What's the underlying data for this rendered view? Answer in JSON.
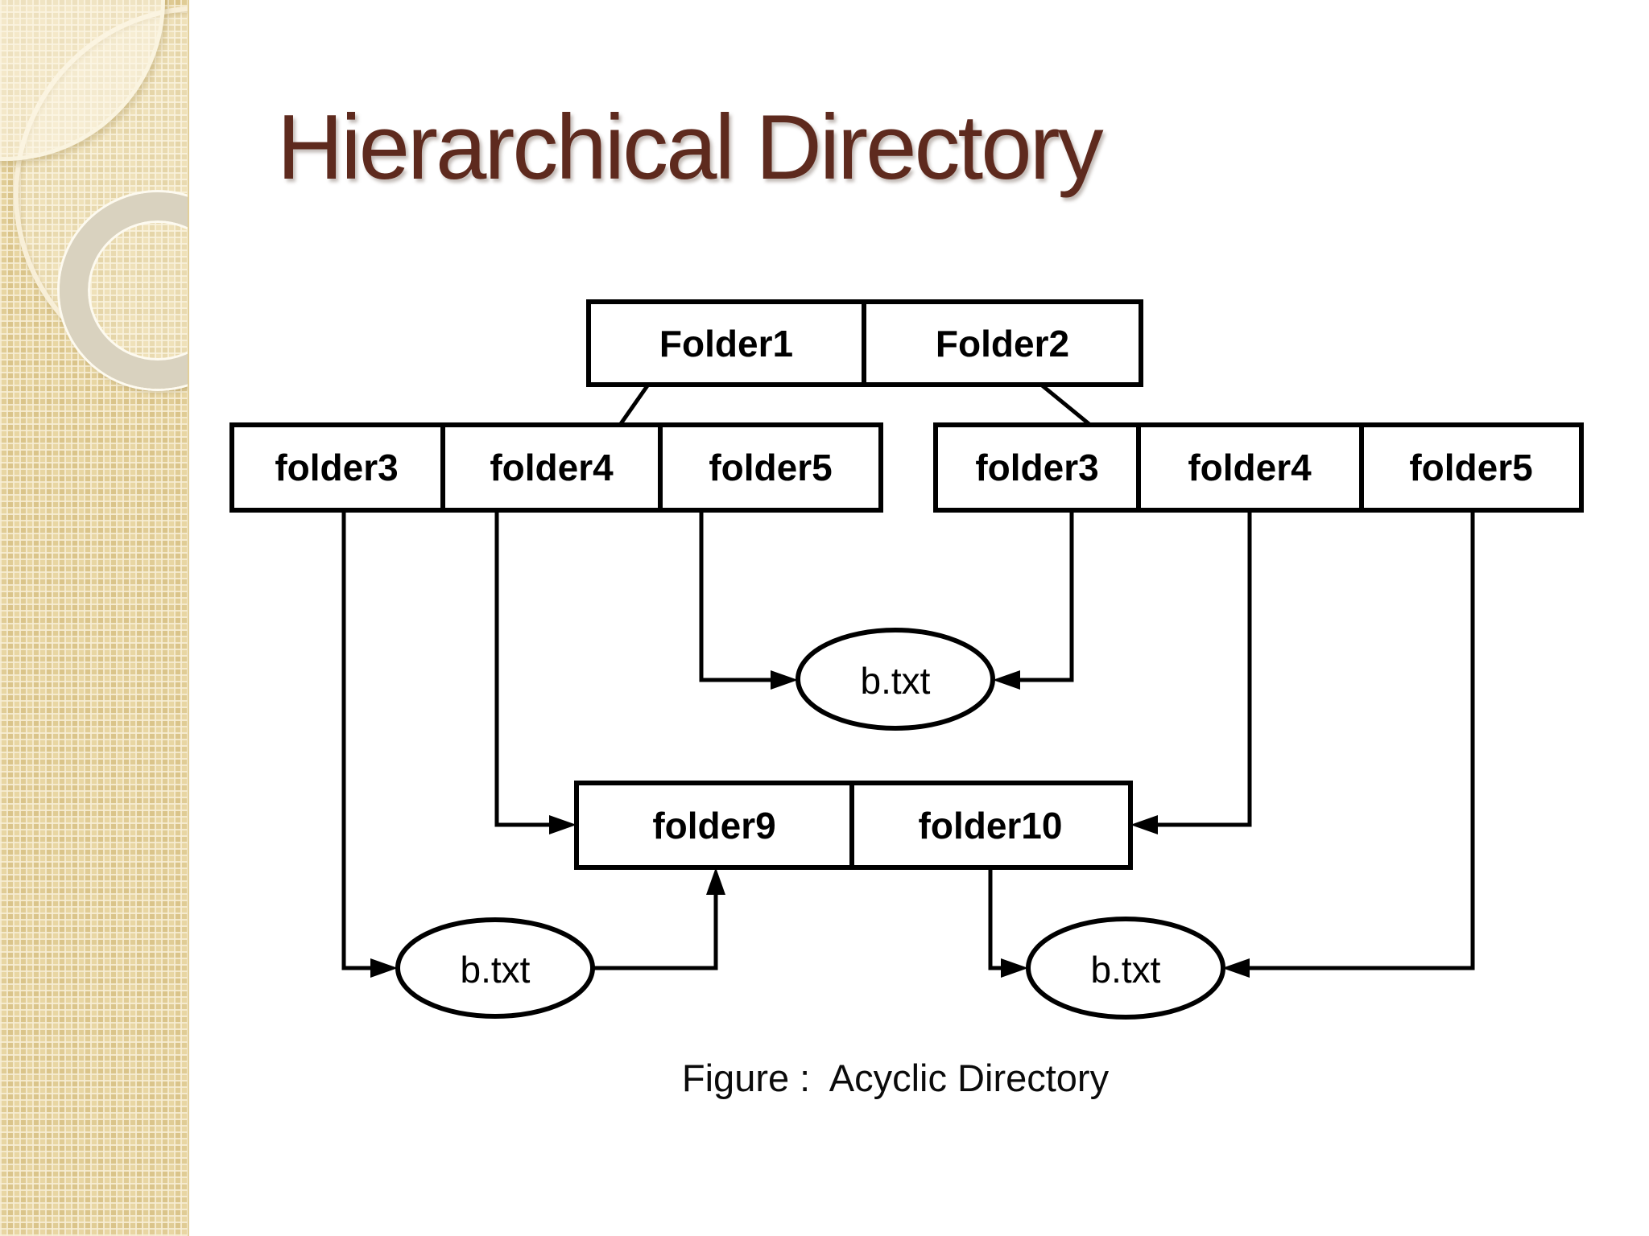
{
  "slide": {
    "title": "Hierarchical Directory",
    "caption": "Figure :  Acyclic Directory"
  },
  "diagram": {
    "top_box": {
      "cells": [
        "Folder1",
        "Folder2"
      ]
    },
    "left_children": {
      "cells": [
        "folder3",
        "folder4",
        "folder5"
      ]
    },
    "right_children": {
      "cells": [
        "folder3",
        "folder4",
        "folder5"
      ]
    },
    "shared_box": {
      "cells": [
        "folder9",
        "folder10"
      ]
    },
    "files": {
      "middle": "b.txt",
      "bottom_left": "b.txt",
      "bottom_right": "b.txt"
    }
  },
  "colors": {
    "title_text": "#5e2a1e",
    "diagram_stroke": "#000000",
    "shape_fill": "#ffffff",
    "sidebar_base": "#e8d6a3",
    "sidebar_ring": "#d9d2bf",
    "background": "#ffffff"
  }
}
